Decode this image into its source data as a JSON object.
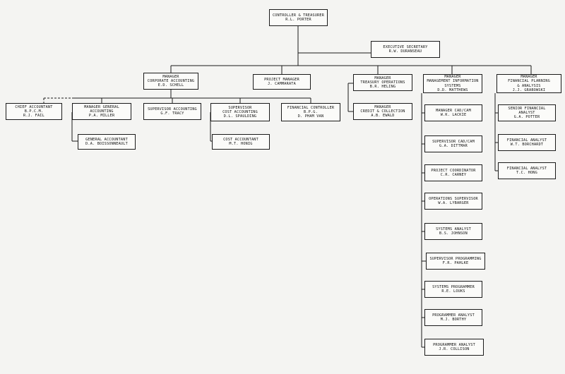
{
  "nodes": {
    "controller": {
      "l1": "CONTROLLER & TREASURER",
      "l2": "R.L. PORTER"
    },
    "exec_sec": {
      "l1": "EXECUTIVE SECRETARY",
      "l2": "R.W. DURANSEAU"
    },
    "mgr_corp_acct": {
      "l1": "MANAGER",
      "l2": "CORPORATE ACCOUNTING",
      "l3": "E.D. SCHELL"
    },
    "proj_mgr": {
      "l1": "PROJECT MANAGER",
      "l2": "J. CAMMARATA"
    },
    "mgr_treasury": {
      "l1": "MANAGER",
      "l2": "TREASURY OPERATIONS",
      "l3": "B.R. HELING"
    },
    "mgr_mis": {
      "l1": "MANAGER",
      "l2": "MANAGEMENT INFORMATION",
      "l3": "SYSTEMS",
      "l4": "D.D. MATTHEWS"
    },
    "mgr_fin_plan": {
      "l1": "MANAGER",
      "l2": "FINANCIAL PLANNING",
      "l3": "& ANALYSIS",
      "l4": "J.J. GRABOWSKI"
    },
    "chief_acct": {
      "l1": "CHIEF ACCOUNTANT",
      "l2": "B.P.C.M.",
      "l3": "R.J. FAIL"
    },
    "mgr_gen_acct": {
      "l1": "MANAGER GENERAL",
      "l2": "ACCOUNTING",
      "l3": "P.A. MILLER"
    },
    "gen_acct": {
      "l1": "GENERAL ACCOUNTANT",
      "l2": "D.A. BOISSONNEAULT"
    },
    "sup_acct": {
      "l1": "SUPERVISOR ACCOUNTING",
      "l2": "G.F. TRACY"
    },
    "sup_cost": {
      "l1": "SUPERVISOR",
      "l2": "COST ACCOUNTING",
      "l3": "D.L. SPAULDING"
    },
    "cost_acct": {
      "l1": "COST ACCOUNTANT",
      "l2": "M.T. HONIG"
    },
    "fin_ctrl": {
      "l1": "FINANCIAL CONTROLLER",
      "l2": "B.P.G.",
      "l3": "D. PHAM VAN"
    },
    "mgr_credit": {
      "l1": "MANAGER",
      "l2": "CREDIT & COLLECTION",
      "l3": "A.B. EWALD"
    },
    "mgr_cadcam": {
      "l1": "MANAGER CAD/CAM",
      "l2": "W.K. LACKIE"
    },
    "sup_cadcam": {
      "l1": "SUPERVISOR CAD/CAM",
      "l2": "G.A. DITTMAR"
    },
    "proj_coord": {
      "l1": "PROJECT COORDINATOR",
      "l2": "C.R. CARNEY"
    },
    "ops_sup": {
      "l1": "OPERATIONS SUPERVISOR",
      "l2": "W.A. LYBARGER"
    },
    "sys_analyst": {
      "l1": "SYSTEMS ANALYST",
      "l2": "B.S. JOHNSON"
    },
    "sup_prog": {
      "l1": "SUPERVISOR PROGRAMMING",
      "l2": "F.R. PAHLKE"
    },
    "sys_prog": {
      "l1": "SYSTEMS PROGRAMMER",
      "l2": "R.E. LOUKS"
    },
    "prog_analyst1": {
      "l1": "PROGRAMMER ANALYST",
      "l2": "M.J. BORTHY"
    },
    "prog_analyst2": {
      "l1": "PROGRAMMER ANALYST",
      "l2": "J.R. COLLISON"
    },
    "sr_fin_analyst": {
      "l1": "SENIOR FINANCIAL",
      "l2": "ANALYST",
      "l3": "G.A. POTTER"
    },
    "fin_analyst1": {
      "l1": "FINANCIAL ANALYST",
      "l2": "W.T. BORCHARDT"
    },
    "fin_analyst2": {
      "l1": "FINANCIAL ANALYST",
      "l2": "T.C. HONG"
    }
  }
}
